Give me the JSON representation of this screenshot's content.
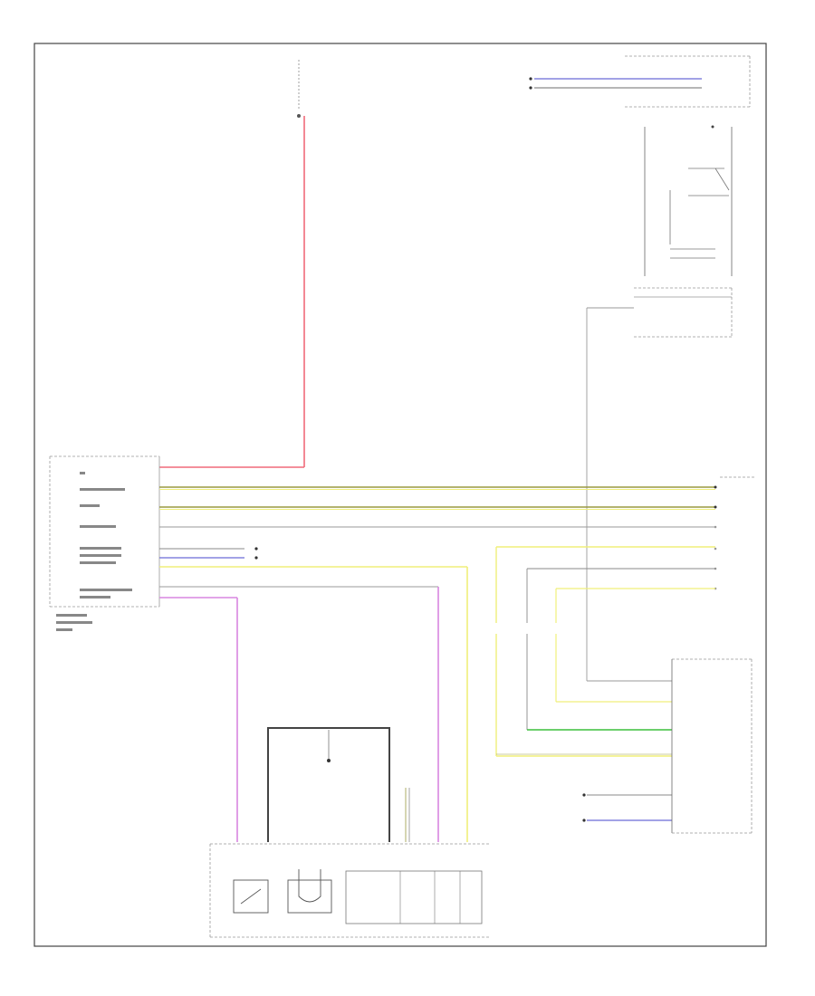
{
  "corner_label": "",
  "colors": {
    "frame": "#444444",
    "wire_dark": "#444444",
    "wire_gray": "#8a8a8a",
    "wire_pink_red": "#f06a7a",
    "wire_magenta": "#d986e0",
    "wire_yellow": "#f0ef7a",
    "wire_olive": "#9a9a40",
    "wire_green": "#3bbf3b",
    "wire_blue": "#6b6bd8",
    "dashed_boundary": "#999999"
  },
  "modules": [
    {
      "id": "body-control-module",
      "label": ""
    },
    {
      "id": "transmission-assembly",
      "label": ""
    },
    {
      "id": "engine-control-module",
      "label": ""
    },
    {
      "id": "shift-lever",
      "label": ""
    }
  ],
  "connectors": [
    {
      "id": "bcm-pins",
      "pins": 11
    },
    {
      "id": "ecm-pins",
      "pins": 7
    }
  ]
}
